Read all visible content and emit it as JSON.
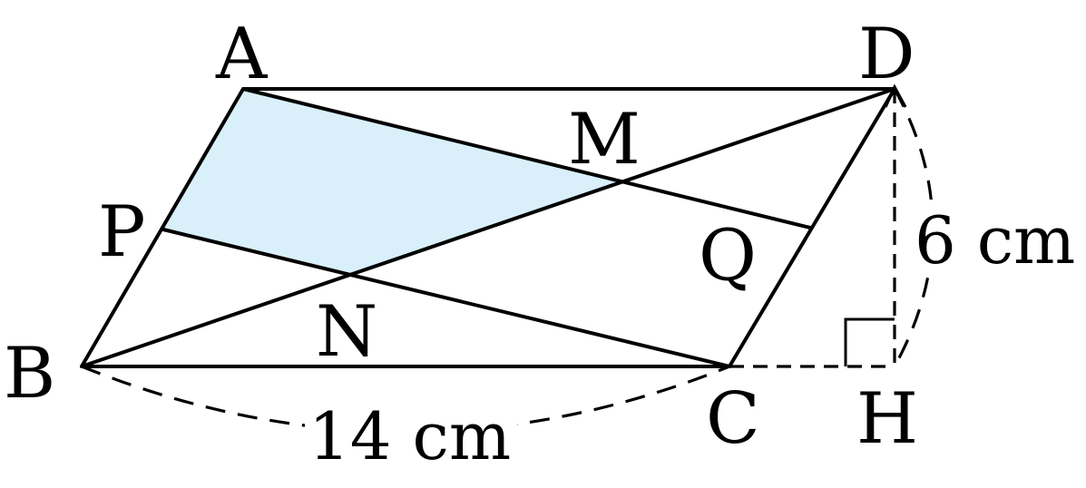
{
  "colors": {
    "shaded_region": "#d9f0fb",
    "lines": "#000000",
    "background": "#ffffff"
  },
  "labels": {
    "A": "A",
    "D": "D",
    "M": "M",
    "P": "P",
    "Q": "Q",
    "N": "N",
    "B": "B",
    "C": "C",
    "H": "H"
  },
  "measurements": {
    "base": "14 cm",
    "height": "6 cm"
  }
}
